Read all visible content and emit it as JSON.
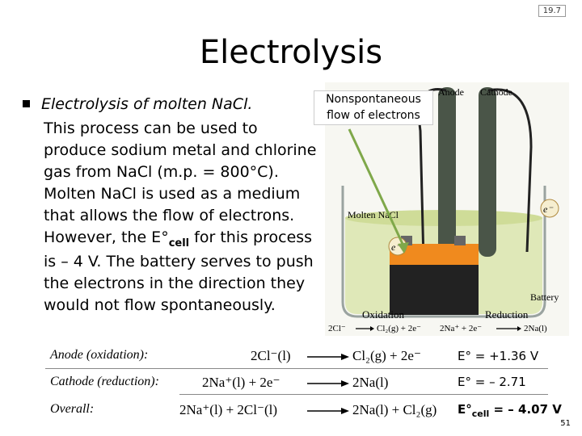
{
  "slide_label": "19.7",
  "title": "Electrolysis",
  "bullet": {
    "main": "Electrolysis of molten Na",
    "cl": "Cl."
  },
  "paragraph": [
    "This process can be used to",
    "produce sodium metal and chlorine",
    "gas from NaCl (m.p. = 800°C).",
    "Molten NaCl is used as a medium",
    "that allows the flow of electrons.",
    "However, the E°",
    "cell",
    " for this process",
    "is – 4 V. The battery serves to push",
    "the electrons in the direction they",
    "would not flow spontaneously."
  ],
  "callout": {
    "line1": "Nonspontaneous",
    "line2": "flow of electrons"
  },
  "diagram": {
    "anode": "Anode",
    "cathode": "Cathode",
    "molten": "Molten NaCl",
    "battery": "Battery",
    "oxidation": "Oxidation",
    "reduction": "Reduction",
    "electron": "e⁻",
    "ox_eq_left": "2Cl⁻",
    "ox_eq_right": "Cl₂(g) + 2e⁻",
    "red_eq_left": "2Na⁺ + 2e⁻",
    "red_eq_right": "2Na(l)"
  },
  "equations": [
    {
      "label": "Anode (oxidation):",
      "left": "2Cl⁻(l)",
      "right": "Cl₂(g) + 2e⁻",
      "potential": "E°  = +1.36 V"
    },
    {
      "label": "Cathode (reduction):",
      "left": "2Na⁺(l) + 2e⁻",
      "right": "2Na(l)",
      "potential": "E°  = – 2.71"
    },
    {
      "label": "Overall:",
      "left": "2Na⁺(l) + 2Cl⁻(l)",
      "right": "2Na(l) + Cl₂(g)",
      "potential_prefix": "E°",
      "potential_sub": "cell",
      "potential_suffix": " = – 4.07 V"
    }
  ],
  "page_number": "51",
  "colors": {
    "liquid": "#dfe8b8",
    "battery_orange": "#f08a1e",
    "electrode": "#4a5548",
    "arrow_green": "#7fa84a"
  }
}
